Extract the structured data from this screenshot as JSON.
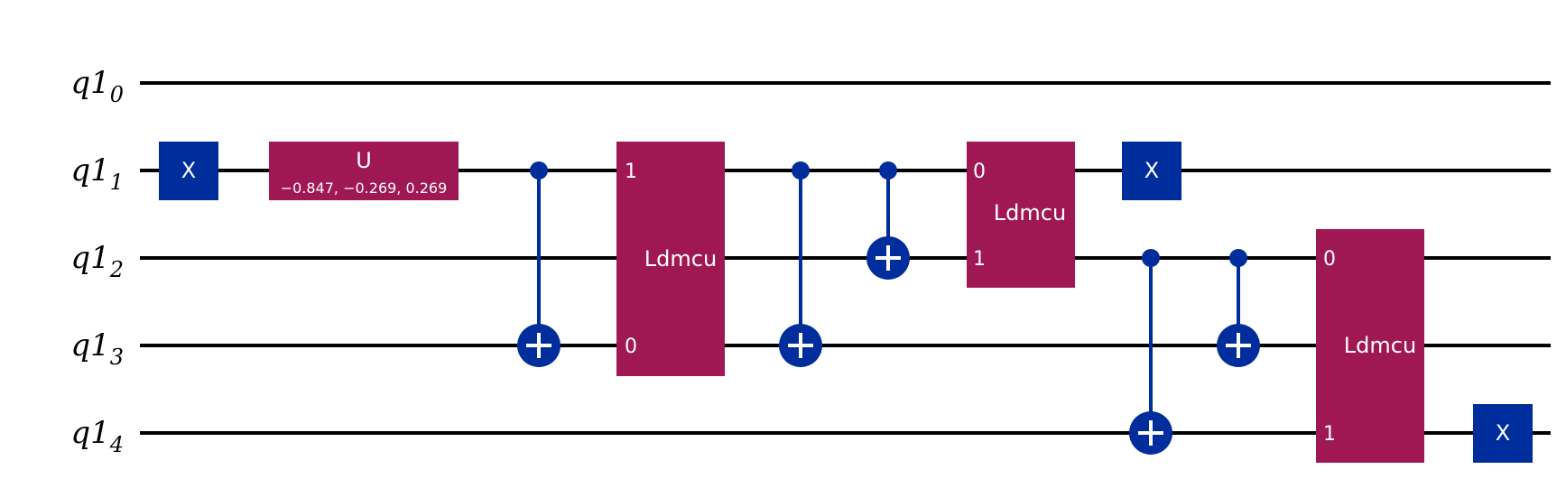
{
  "colors": {
    "x_gate": "#002d9c",
    "u_gate": "#9f1853",
    "ldmcu_gate": "#9f1853",
    "control": "#002d9c",
    "wire": "#000000",
    "gate_text": "#ffffff"
  },
  "qubits": [
    {
      "base": "q1",
      "index": "0"
    },
    {
      "base": "q1",
      "index": "1"
    },
    {
      "base": "q1",
      "index": "2"
    },
    {
      "base": "q1",
      "index": "3"
    },
    {
      "base": "q1",
      "index": "4"
    }
  ],
  "gates": {
    "x1": {
      "label": "X",
      "qubit": 1
    },
    "u1": {
      "label": "U",
      "params": "−0.847, −0.269, 0.269",
      "qubit": 1
    },
    "cx1": {
      "control": 1,
      "target": 3
    },
    "ld1": {
      "label": "Ldmcu",
      "qubits": [
        1,
        3
      ],
      "port_top": "1",
      "port_bottom": "0"
    },
    "cx2": {
      "control": 1,
      "target": 3
    },
    "cx3": {
      "control": 1,
      "target": 2
    },
    "ld2": {
      "label": "Ldmcu",
      "qubits": [
        1,
        2
      ],
      "port_top": "0",
      "port_bottom": "1"
    },
    "x2": {
      "label": "X",
      "qubit": 1
    },
    "cx4": {
      "control": 2,
      "target": 4
    },
    "cx5": {
      "control": 2,
      "target": 3
    },
    "ld3": {
      "label": "Ldmcu",
      "qubits": [
        2,
        4
      ],
      "port_top": "0",
      "port_bottom": "1"
    },
    "x3": {
      "label": "X",
      "qubit": 4
    }
  }
}
